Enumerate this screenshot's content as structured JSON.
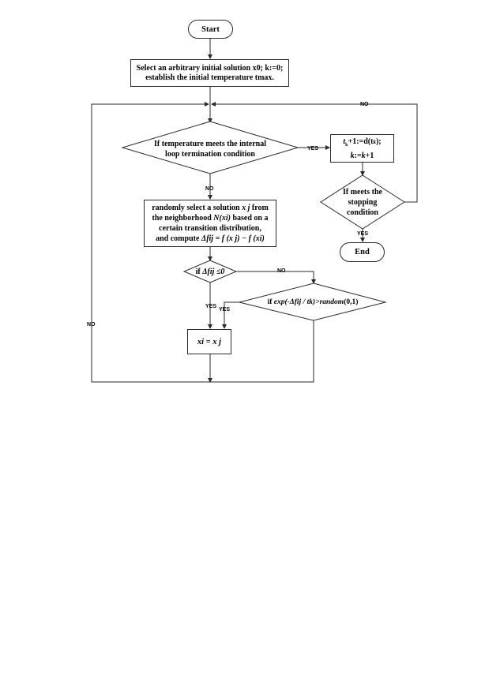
{
  "nodes": {
    "start": "Start",
    "init_line1": "Select an arbitrary initial solution x0; k:=0;",
    "init_line2": "establish the initial temperature tmax.",
    "inner_cond_line1": "If temperature meets the internal",
    "inner_cond_line2": "loop termination condition",
    "update_line1_a": "t",
    "update_line1_b": "k",
    "update_line1_c": "+1:=d(t",
    "update_line1_d": "k",
    "update_line1_e": ");",
    "update_line2_a": "k",
    "update_line2_b": ":=",
    "update_line2_c": "k",
    "update_line2_d": "+1",
    "stop_cond_line1": "If meets the",
    "stop_cond_line2": "stopping",
    "stop_cond_line3": "condition",
    "end": "End",
    "select_line1": "randomly select a solution",
    "select_line1_var": "x j",
    "select_line1_end": "from",
    "select_line2_a": "the neighborhood",
    "select_line2_var": "N(xi)",
    "select_line2_end": "based on a",
    "select_line3": "certain transition distribution,",
    "select_line4_a": "and compute",
    "select_line4_formula": "Δfij = f (x j) − f (xi)",
    "delta_cond_a": "if",
    "delta_cond_formula": "Δfij ≤0",
    "exp_cond_a": "if",
    "exp_cond_exp": "exp",
    "exp_cond_mid": "(-Δfij / tk)>",
    "exp_cond_random": "random",
    "exp_cond_end": "(0,1)",
    "assign": "xi = x j"
  },
  "labels": {
    "yes": "YES",
    "no": "NO"
  }
}
